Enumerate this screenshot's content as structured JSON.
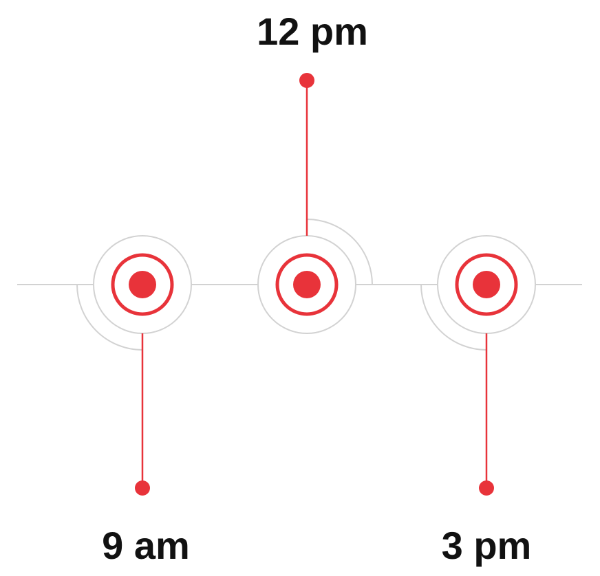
{
  "timeline": {
    "accent_color": "#e8333a",
    "guide_color": "#d2d2d2",
    "label_color": "#111111",
    "points": [
      {
        "id": "9am",
        "label": "9 am",
        "stem": "down",
        "arc": "bottom-left"
      },
      {
        "id": "12pm",
        "label": "12 pm",
        "stem": "up",
        "arc": "top-right"
      },
      {
        "id": "3pm",
        "label": "3 pm",
        "stem": "down",
        "arc": "bottom-left"
      }
    ]
  }
}
